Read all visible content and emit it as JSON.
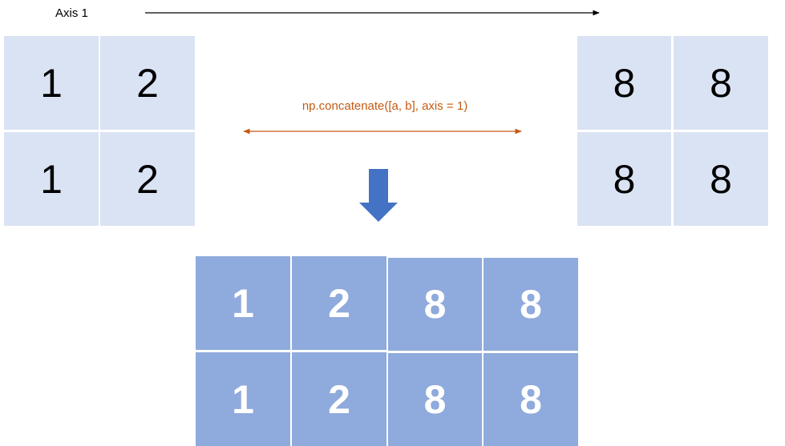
{
  "axis_label": "Axis 1",
  "function_label": "np.concatenate([a, b], axis = 1)",
  "colors": {
    "light_cell": "#dae3f3",
    "dark_cell": "#8faadc",
    "down_arrow": "#4472c4",
    "function_text": "#c55a11"
  },
  "matrix_a": {
    "rows": [
      [
        "1",
        "2"
      ],
      [
        "1",
        "2"
      ]
    ]
  },
  "matrix_b": {
    "rows": [
      [
        "8",
        "8"
      ],
      [
        "8",
        "8"
      ]
    ]
  },
  "result": {
    "rows": [
      [
        "1",
        "2",
        "8",
        "8"
      ],
      [
        "1",
        "2",
        "8",
        "8"
      ]
    ]
  }
}
